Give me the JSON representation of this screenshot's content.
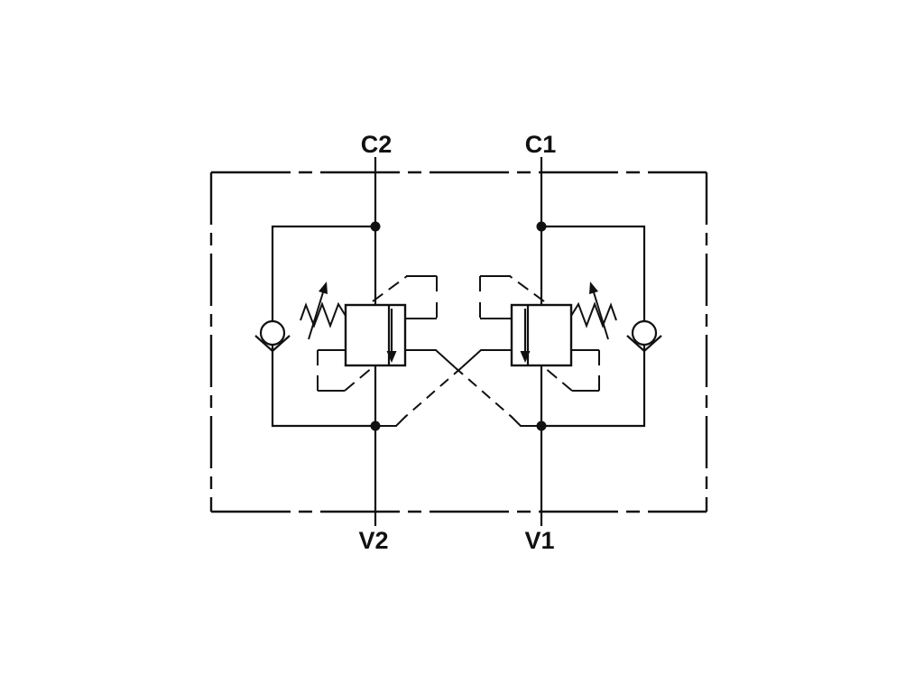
{
  "schematic": {
    "ports": {
      "c2": "C2",
      "c1": "C1",
      "v2": "V2",
      "v1": "V1"
    },
    "colors": {
      "line": "#111111",
      "background": "#ffffff"
    },
    "symbols": {
      "enclosure": "valve-assembly-boundary",
      "left_valve": "counterbalance-relief-valve",
      "right_valve": "counterbalance-relief-valve",
      "left_bypass": "check-valve",
      "right_bypass": "check-valve",
      "pilot_lines": "crossed-dashed-pilot-lines",
      "springs": "adjustable-spring"
    }
  }
}
